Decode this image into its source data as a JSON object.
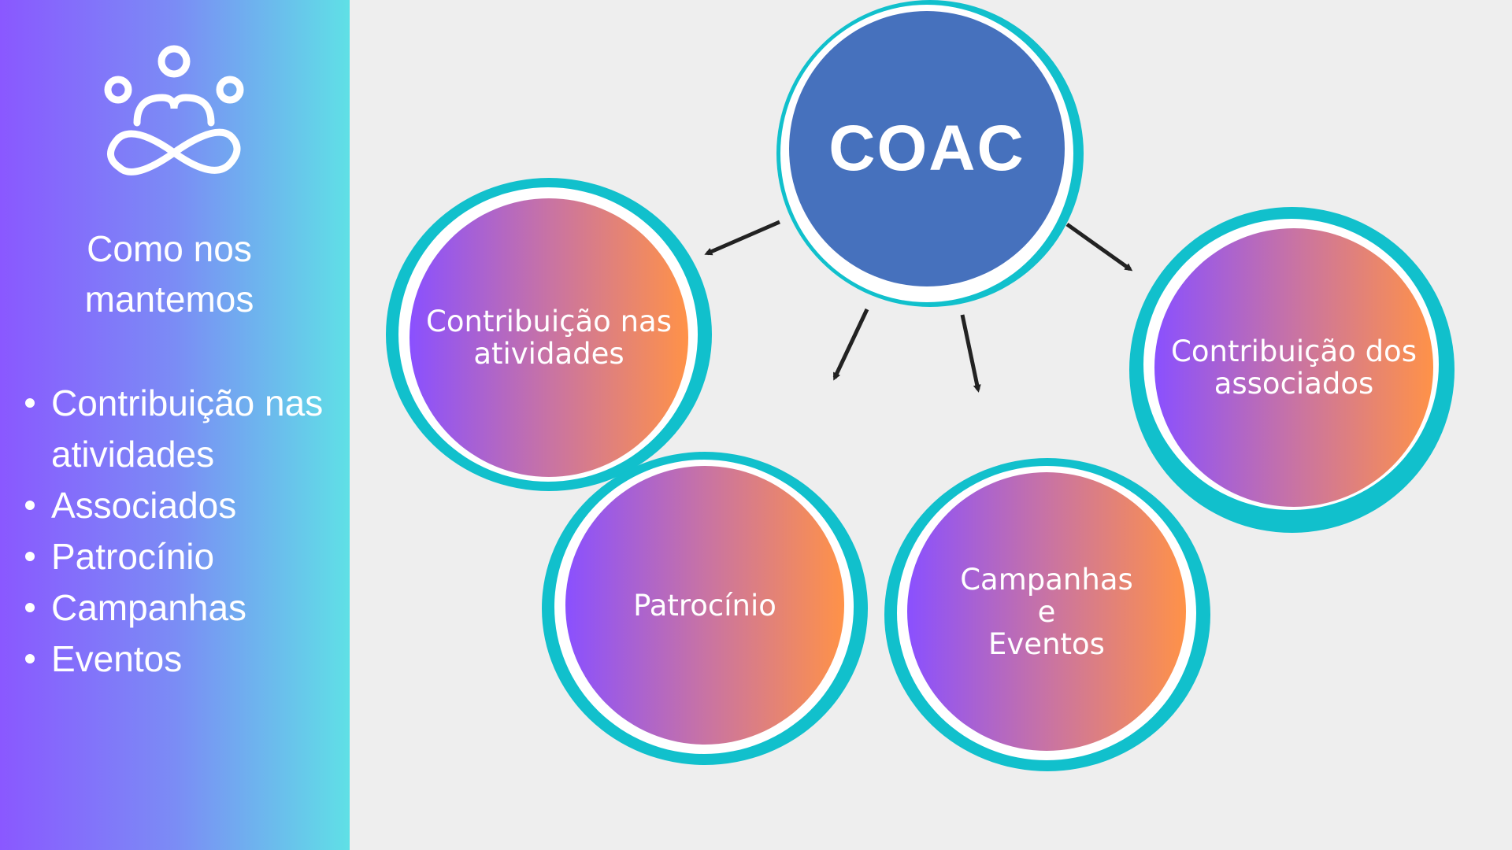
{
  "sidebar": {
    "title_line1": "Como nos",
    "title_line2": "mantemos",
    "items": [
      {
        "line1": "Contribuição nas",
        "line2": "atividades"
      },
      {
        "line1": "Associados"
      },
      {
        "line1": "Patrocínio"
      },
      {
        "line1": "Campanhas"
      },
      {
        "line1": "Eventos"
      }
    ]
  },
  "diagram": {
    "center": "COAC",
    "nodes": {
      "atividades": [
        "Contribuição nas",
        "atividades"
      ],
      "patrocinio": [
        "Patrocínio"
      ],
      "campanhas": [
        "Campanhas",
        "e",
        "Eventos"
      ],
      "associados": [
        "Contribuição dos",
        "associados"
      ]
    }
  },
  "colors": {
    "sidebar_gradient": [
      "#8a58ff",
      "#5fe0e6"
    ],
    "ring": "#11c0cc",
    "center": "#4671bd",
    "node_gradient": [
      "#8a50ff",
      "#ff9248"
    ],
    "arrow": "#222222"
  },
  "icons": [
    "community-logo-icon"
  ]
}
